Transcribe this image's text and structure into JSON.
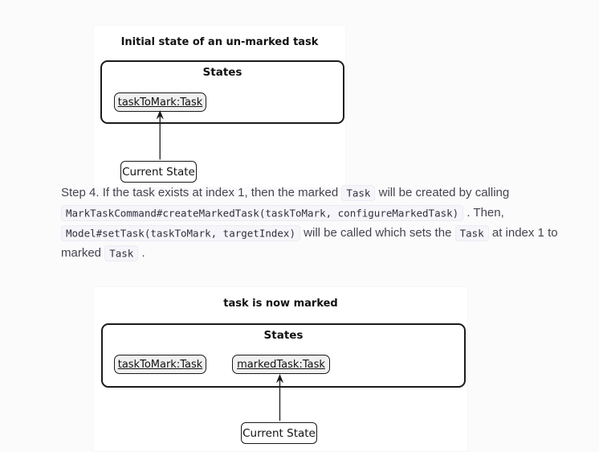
{
  "colors": {
    "page_background": "#fbfbfc",
    "diagram_background": "#ffffff",
    "diagram_border": "#1a1a1a",
    "object_fill": "#f0f0f0",
    "code_background": "#f5f5fa",
    "code_text": "#312f3c",
    "body_text": "#46444e"
  },
  "diagram1": {
    "title": "Initial state of an un-marked task",
    "container_label": "States",
    "objects": [
      {
        "label": "taskToMark:Task"
      }
    ],
    "pointer_label": "Current State"
  },
  "paragraph": {
    "l1": {
      "t1": "Step 4. If the task exists at index 1, then the marked ",
      "c1": "Task",
      "t2": " will be created by calling"
    },
    "l2": {
      "c1": "MarkTaskCommand#createMarkedTask(taskToMark, configureMarkedTask)",
      "t1": " . Then,"
    },
    "l3": {
      "c1": "Model#setTask(taskToMark, targetIndex)",
      "t1": " will be called which sets the ",
      "c2": "Task",
      "t2": " at index 1 to"
    },
    "l4": {
      "t1": "marked ",
      "c1": "Task",
      "t2": " ."
    }
  },
  "diagram2": {
    "title": "task is now marked",
    "container_label": "States",
    "objects": [
      {
        "label": "taskToMark:Task"
      },
      {
        "label": "markedTask:Task"
      }
    ],
    "pointer_label": "Current State"
  }
}
